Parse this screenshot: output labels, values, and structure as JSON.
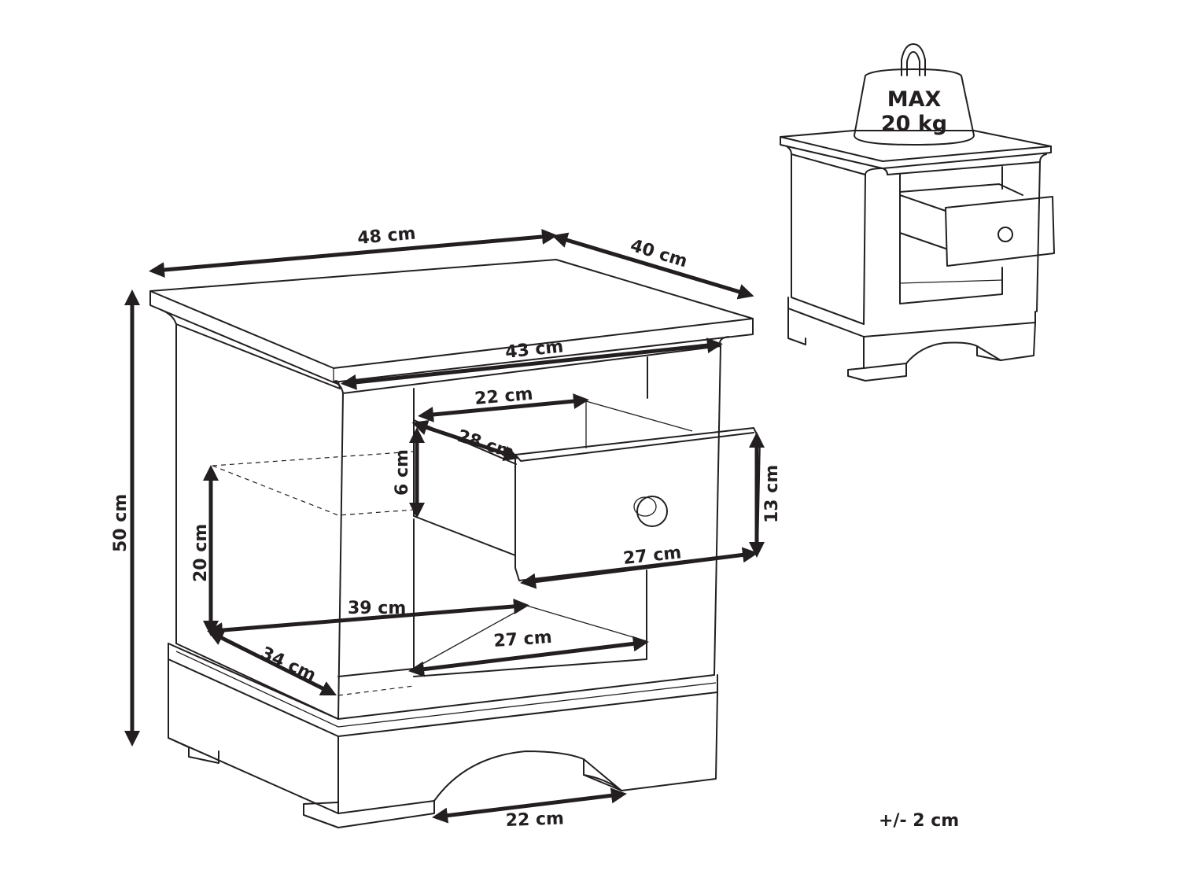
{
  "dimensions": {
    "width_top": "48 cm",
    "depth_top": "40 cm",
    "height": "50 cm",
    "inner_width": "43 cm",
    "drawer_inner_width": "22 cm",
    "drawer_depth": "28 cm",
    "drawer_inner_height": "6 cm",
    "drawer_front_height": "13 cm",
    "drawer_front_width": "27 cm",
    "shelf_height": "20 cm",
    "shelf_width": "39 cm",
    "shelf_depth": "34 cm",
    "shelf_front_width": "27 cm",
    "base_cutout": "22 cm"
  },
  "weight": {
    "line1": "MAX",
    "line2": "20 kg"
  },
  "tolerance": "+/- 2 cm"
}
